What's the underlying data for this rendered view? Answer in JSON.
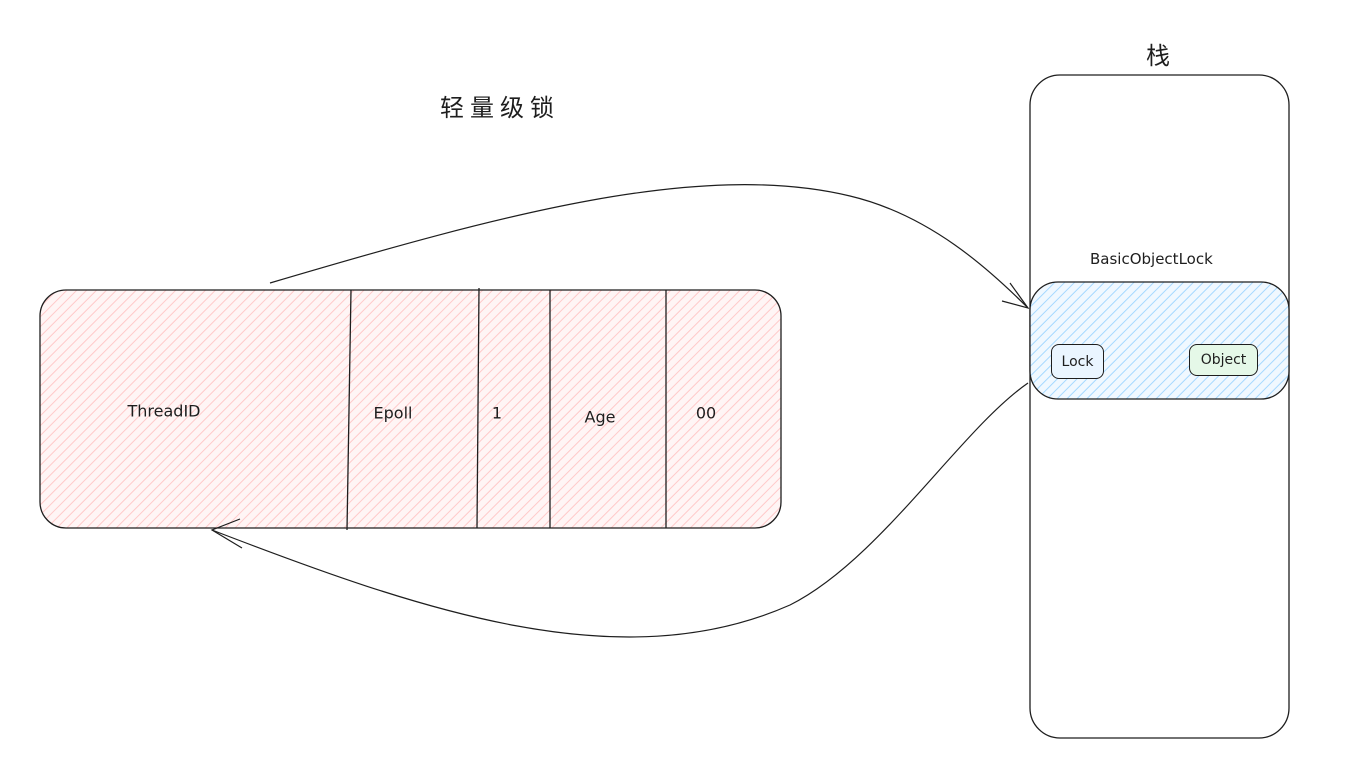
{
  "title": "轻量级锁",
  "stack": {
    "label": "栈",
    "frame": {
      "label": "BasicObjectLock",
      "items": [
        "Lock",
        "Object"
      ]
    }
  },
  "markword": {
    "fields": [
      "ThreadID",
      "Epoll",
      "1",
      "Age",
      "00"
    ]
  },
  "colors": {
    "markword_fill": "#ffc9c9",
    "frame_fill": "#a5d8ff",
    "object_fill": "#b2f2bb",
    "stroke": "#1e1e1e"
  }
}
